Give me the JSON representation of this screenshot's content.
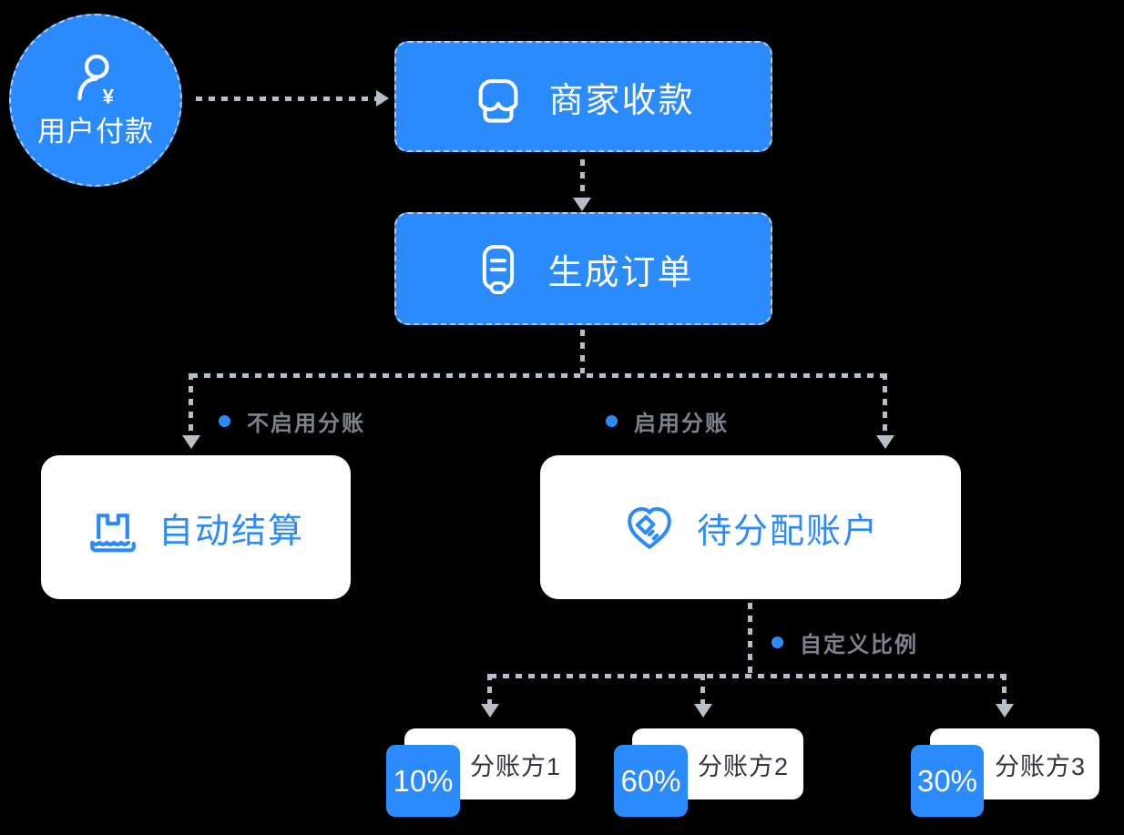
{
  "colors": {
    "node_blue": "#2b8afc",
    "connector_gray": "#b8bec8",
    "label_gray": "#7d828c",
    "dark_text": "#33353e",
    "node_white": "#ffffff",
    "background": "#000000"
  },
  "flow": {
    "user_node": {
      "label": "用户付款",
      "icon": "user-paying-icon"
    },
    "merchant_node": {
      "label": "商家收款",
      "icon": "storefront-icon"
    },
    "order_node": {
      "label": "生成订单",
      "icon": "order-receipt-icon"
    },
    "settle_node": {
      "label": "自动结算",
      "icon": "package-settle-icon"
    },
    "pending_node": {
      "label": "待分配账户",
      "icon": "heart-handshake-icon"
    }
  },
  "branches": {
    "no_split_label": "不启用分账",
    "split_label": "启用分账",
    "ratio_label": "自定义比例"
  },
  "split_parties": [
    {
      "percent": "10%",
      "name": "分账方1"
    },
    {
      "percent": "60%",
      "name": "分账方2"
    },
    {
      "percent": "30%",
      "name": "分账方3"
    }
  ]
}
